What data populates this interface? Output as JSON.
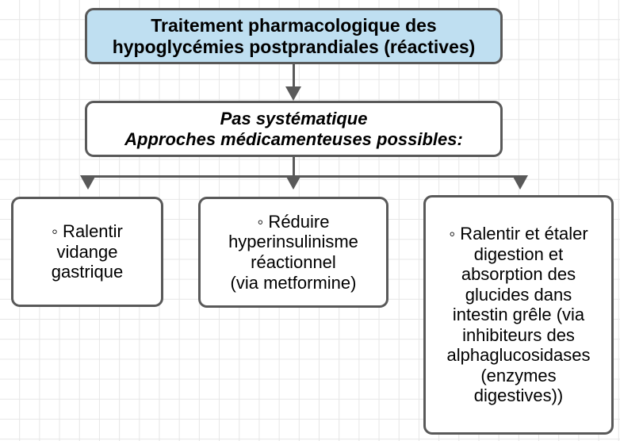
{
  "diagram": {
    "title_node": {
      "label": "Traitement pharmacologique des\nhypoglycémies postprandiales (réactives)",
      "fill": "#bfdff1",
      "border": "#595959"
    },
    "approach_node": {
      "label": "Pas systématique\nApproches médicamenteuses possibles:",
      "fill": "#ffffff",
      "border": "#595959"
    },
    "options": [
      {
        "id": "gastric-emptying",
        "label": "◦ Ralentir\nvidange\ngastrique"
      },
      {
        "id": "hyperinsulinism",
        "label": "◦ Réduire\nhyperinsulinisme\nréactionnel\n(via metformine)"
      },
      {
        "id": "carb-absorption",
        "label": "◦ Ralentir et étaler\ndigestion et\nabsorption des\nglucides dans\nintestin grêle (via\ninhibiteurs des\nalphaglucosidases\n(enzymes\ndigestives))"
      }
    ],
    "connector_color": "#595959",
    "grid_color": "#e6e6e6",
    "background": "#ffffff"
  }
}
